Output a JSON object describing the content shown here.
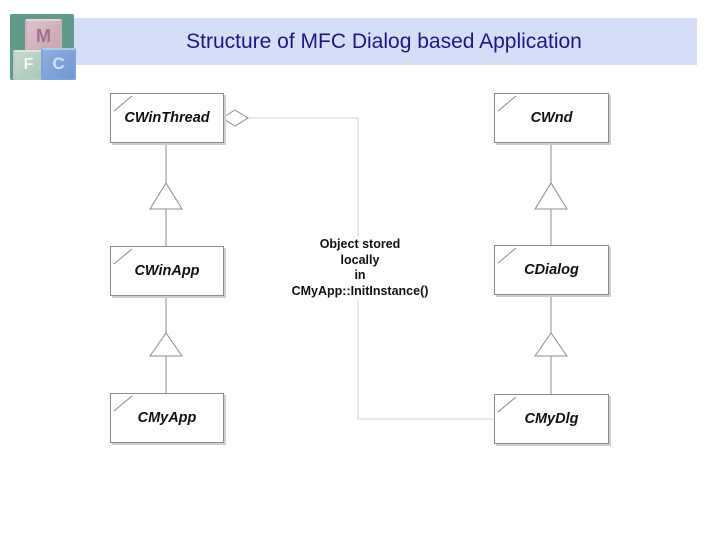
{
  "slide": {
    "title": "Structure of MFC Dialog based Application",
    "colors": {
      "title_text": "#191983",
      "titlebar_bg": "#d6def7",
      "box_border": "#8c8c8c",
      "generalization_line": "#8c8c8c",
      "aggregation_line": "#d6d6d6",
      "background": "#ffffff"
    }
  },
  "logo": {
    "alt": "MFC toy-blocks logo",
    "blocks": [
      {
        "letter": "M"
      },
      {
        "letter": "F"
      },
      {
        "letter": "C"
      }
    ]
  },
  "diagram": {
    "classes": [
      {
        "label": "CWinThread"
      },
      {
        "label": "CWnd"
      },
      {
        "label": "CWinApp"
      },
      {
        "label": "CDialog"
      },
      {
        "label": "CMyApp"
      },
      {
        "label": "CMyDlg"
      }
    ],
    "annotation": "Object stored\nlocally\nin\nCMyApp::InitInstance()",
    "relations": [
      {
        "type": "generalization",
        "from": "CWinApp",
        "to": "CWinThread"
      },
      {
        "type": "generalization",
        "from": "CMyApp",
        "to": "CWinApp"
      },
      {
        "type": "generalization",
        "from": "CDialog",
        "to": "CWnd"
      },
      {
        "type": "generalization",
        "from": "CMyDlg",
        "to": "CDialog"
      },
      {
        "type": "aggregation",
        "whole": "CWinThread",
        "part": "CMyDlg"
      }
    ]
  }
}
